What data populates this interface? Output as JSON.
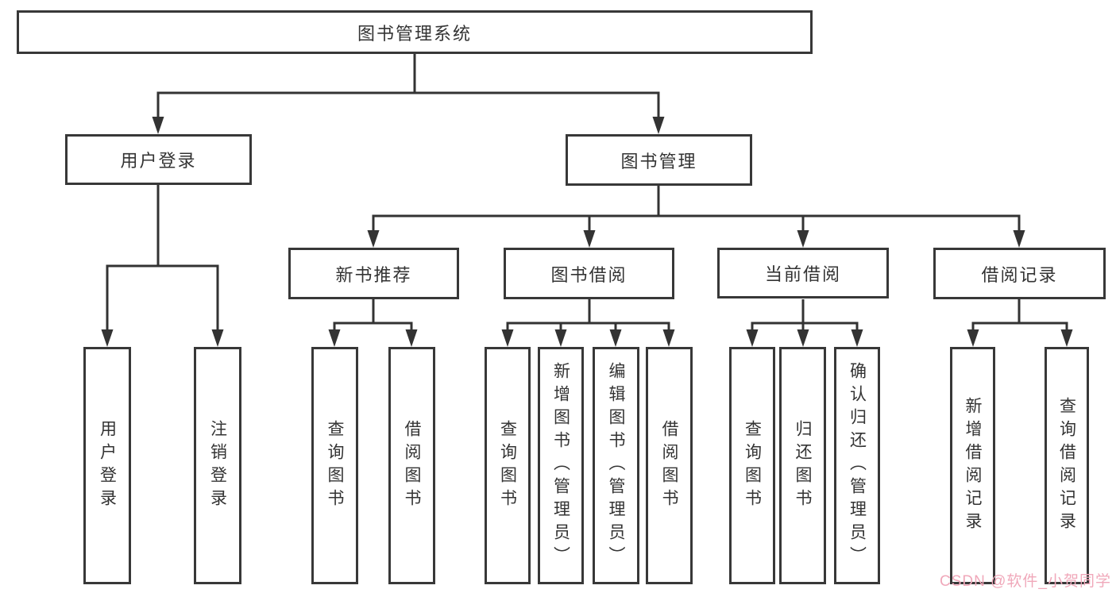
{
  "diagram": {
    "title": "图书管理系统",
    "nodes": {
      "root": "图书管理系统",
      "userLogin": "用户登录",
      "bookMgmt": "图书管理",
      "newBooks": "新书推荐",
      "bookBorrow": "图书借阅",
      "currentBorrow": "当前借阅",
      "borrowRecords": "借阅记录"
    },
    "leaves": {
      "userLogin": [
        "用户登录",
        "注销登录"
      ],
      "newBooks": [
        "查询图书",
        "借阅图书"
      ],
      "bookBorrow": [
        "查询图书",
        "新增图书（管理员）",
        "编辑图书（管理员）",
        "借阅图书"
      ],
      "currentBorrow": [
        "查询图书",
        "归还图书",
        "确认归还（管理员）"
      ],
      "borrowRecords": [
        "新增借阅记录",
        "查询借阅记录"
      ]
    }
  },
  "watermark": "CSDN @软件_小贺同学",
  "colors": {
    "line": "#333333",
    "box_border": "#383838",
    "text": "#333333",
    "watermark": "#f0a8ba",
    "background": "#ffffff"
  }
}
